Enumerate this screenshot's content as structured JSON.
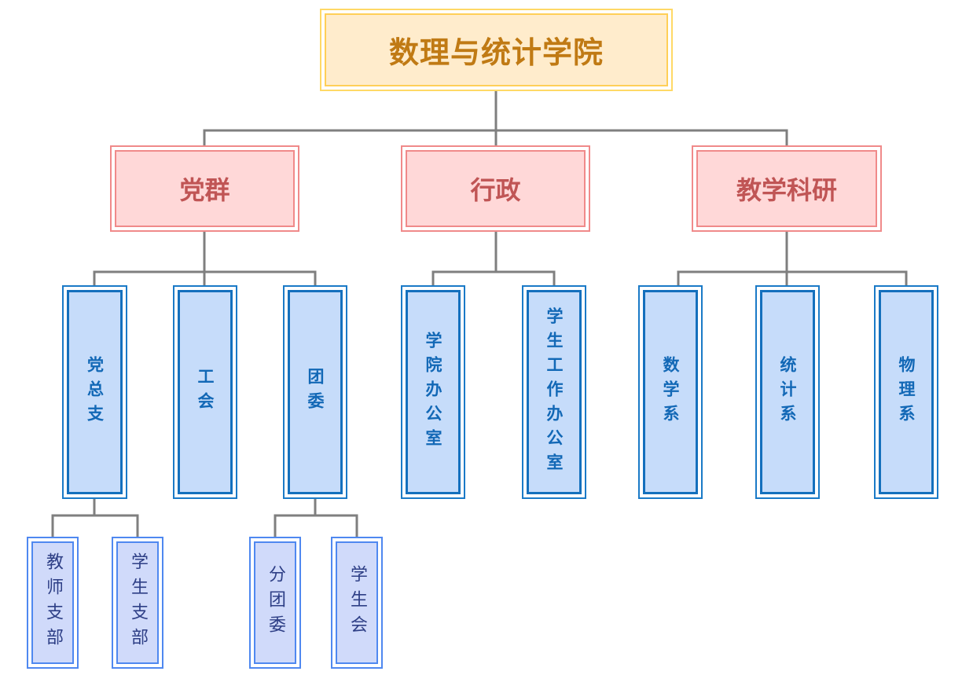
{
  "chart": {
    "root": {
      "label": "数理与统计学院"
    },
    "branches": [
      {
        "label": "党群",
        "children": [
          {
            "label": "党总支",
            "children": [
              {
                "label": "教师支部"
              },
              {
                "label": "学生支部"
              }
            ]
          },
          {
            "label": "工会"
          },
          {
            "label": "团委",
            "children": [
              {
                "label": "分团委"
              },
              {
                "label": "学生会"
              }
            ]
          }
        ]
      },
      {
        "label": "行政",
        "children": [
          {
            "label": "学院办公室"
          },
          {
            "label": "学生工作办公室"
          }
        ]
      },
      {
        "label": "教学科研",
        "children": [
          {
            "label": "数学系"
          },
          {
            "label": "统计系"
          },
          {
            "label": "物理系"
          }
        ]
      }
    ]
  },
  "colors": {
    "connector": "#7f7f7f",
    "root_fill": "#ffeccc",
    "root_border": "#ffcf57",
    "root_text": "#c07a14",
    "level1_fill": "#ffd8d8",
    "level1_border": "#f08a8a",
    "level1_text": "#c05555",
    "level2_fill": "#c6dcfa",
    "level2_border": "#1470bd",
    "level2_text": "#1268b6",
    "level3_fill": "#d0dafa",
    "level3_border": "#4f88f0",
    "level3_text": "#2e3f86"
  }
}
